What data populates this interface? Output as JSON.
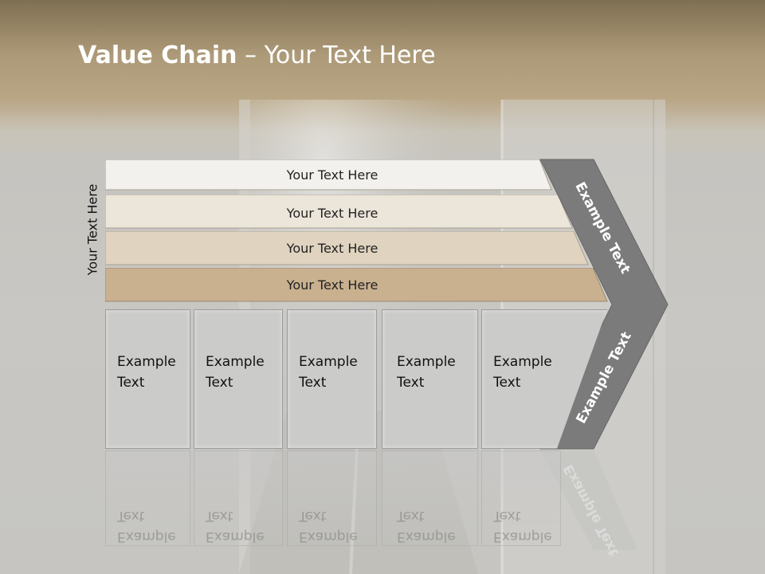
{
  "slide": {
    "title_bold": "Value Chain",
    "title_rest": " – Your Text Here",
    "side_label": "Your Text Here"
  },
  "bands": [
    {
      "label": "Your Text Here",
      "color": "#f3f1ed"
    },
    {
      "label": "Your Text Here",
      "color": "#ece5da"
    },
    {
      "label": "Your Text Here",
      "color": "#e0d3bf"
    },
    {
      "label": "Your Text Here",
      "color": "#c9b08f"
    }
  ],
  "boxes": [
    {
      "line1": "Example",
      "line2": "Text"
    },
    {
      "line1": "Example",
      "line2": "Text"
    },
    {
      "line1": "Example",
      "line2": "Text"
    },
    {
      "line1": "Example",
      "line2": "Text"
    },
    {
      "line1": "Example",
      "line2": "Text"
    }
  ],
  "chevron": {
    "upper_label": "Example Text",
    "lower_label": "Example Text",
    "color": "#7b7b7b"
  }
}
